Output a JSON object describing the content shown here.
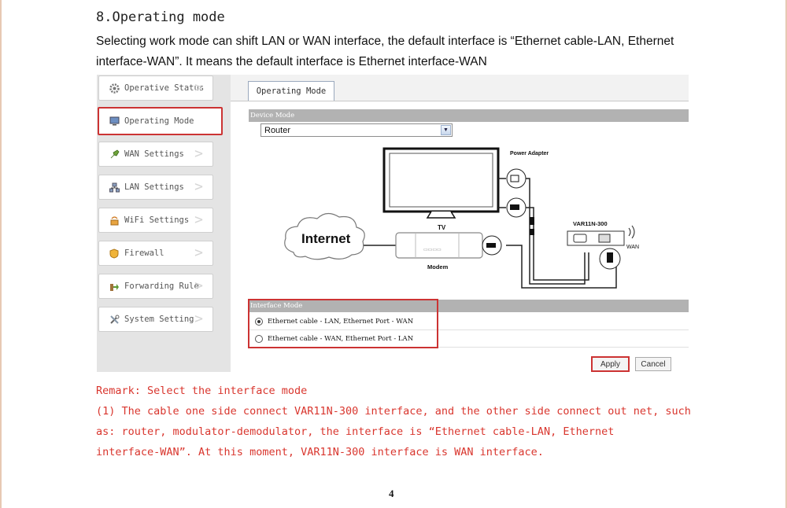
{
  "section_heading": "8.Operating mode",
  "intro": "Selecting work mode can shift LAN or WAN interface, the default interface is “Ethernet cable-LAN, Ethernet interface-WAN”. It means the default interface is Ethernet interface-WAN",
  "sidebar": {
    "items": [
      {
        "label": "Operative Status",
        "icon": "gear-icon"
      },
      {
        "label": "Operating Mode",
        "icon": "monitor-icon"
      },
      {
        "label": "WAN Settings",
        "icon": "plug-icon"
      },
      {
        "label": "LAN Settings",
        "icon": "network-icon"
      },
      {
        "label": "WiFi Settings",
        "icon": "wifi-icon"
      },
      {
        "label": "Firewall",
        "icon": "shield-icon"
      },
      {
        "label": "Forwarding Rule",
        "icon": "forward-icon"
      },
      {
        "label": "System Setting",
        "icon": "tools-icon"
      }
    ]
  },
  "tab_label": "Operating Mode",
  "device_mode": {
    "header": "Device Mode",
    "selected": "Router"
  },
  "diagram": {
    "power_adapter": "Power Adapter",
    "tv": "TV",
    "device": "VAR11N-300",
    "internet": "Internet",
    "modem": "Modem",
    "wan": "WAN"
  },
  "interface_mode": {
    "header": "Interface Mode",
    "options": [
      {
        "label": "Ethernet cable - LAN, Ethernet Port - WAN",
        "selected": true
      },
      {
        "label": "Ethernet cable - WAN, Ethernet Port - LAN",
        "selected": false
      }
    ]
  },
  "buttons": {
    "apply": "Apply",
    "cancel": "Cancel"
  },
  "remark": {
    "line1": "Remark: Select the interface mode",
    "line2": "(1) The cable one side connect VAR11N-300 interface, and the other side connect out net, such",
    "line3": "as: router, modulator-demodulator, the interface is “Ethernet cable-LAN, Ethernet",
    "line4": "interface-WAN”. At this moment, VAR11N-300 interface is WAN interface."
  },
  "page_number": "4",
  "colors": {
    "highlight": "#cc3333",
    "remark_text": "#d9362e",
    "section_bar": "#b2b2b2"
  }
}
